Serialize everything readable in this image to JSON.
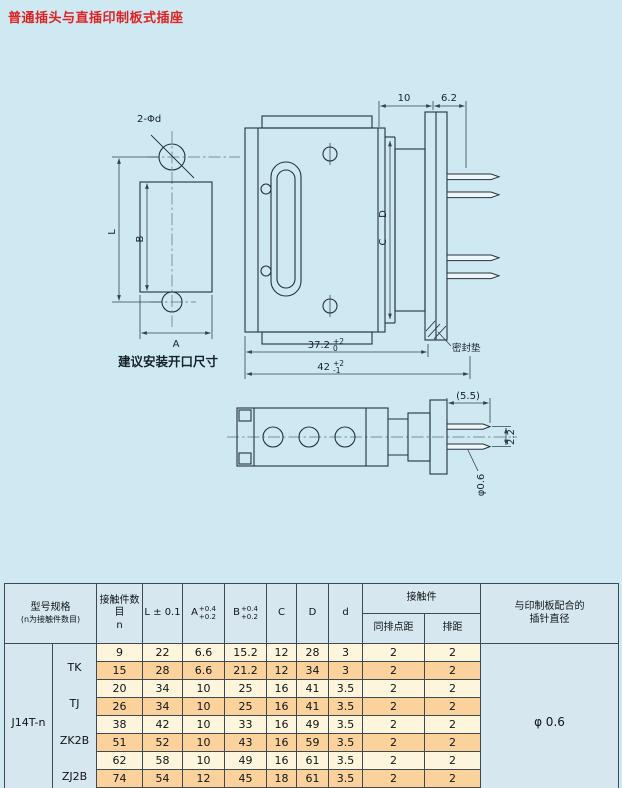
{
  "page": {
    "title": "普通插头与直插印制板式插座"
  },
  "colors": {
    "background": "#cfe9f3",
    "title_red": "#df2222",
    "row_cream": "#fdf6dc",
    "row_orange": "#fbd29b",
    "header_panel": "#d7e7ef",
    "line": "#24323c"
  },
  "drawing": {
    "left": {
      "hole_callout": "2-Φd",
      "dim_l": "L",
      "dim_b": "B",
      "dim_a": "A",
      "caption": "建议安装开口尺寸"
    },
    "side": {
      "dim_10": "10",
      "dim_6_2": "6.2",
      "dim_d": "D",
      "dim_c": "C",
      "dim_372": "37.2",
      "dim_372_tol_up": "+2",
      "dim_372_tol_dn": "0",
      "dim_42": "42",
      "dim_42_tol_up": "+2",
      "dim_42_tol_dn": "-1",
      "gasket": "密封垫"
    },
    "top": {
      "dim_55": "(5.5)",
      "dim_22": "2.2",
      "dim_phi": "φ0.6"
    }
  },
  "table": {
    "header": {
      "model_spec": "型号规格",
      "model_spec_note": "(n为接触件数目)",
      "contact_count_line1": "接触件数目",
      "contact_count_line2": "n",
      "l": "L ± 0.1",
      "a": "A",
      "a_tol_up": "+0.4",
      "a_tol_dn": "+0.2",
      "b": "B",
      "b_tol_up": "+0.4",
      "b_tol_dn": "+0.2",
      "c": "C",
      "d_upper": "D",
      "d_lower": "d",
      "contacts_group": "接触件",
      "same_row_pitch": "同排点距",
      "row_pitch": "排距",
      "pcb_line1": "与印制板配合的",
      "pcb_line2": "插针直径"
    },
    "model": "J14T-n",
    "variants": [
      "TK",
      "TJ",
      "ZK2B",
      "ZJ2B"
    ],
    "pin_diameter": "φ 0.6",
    "rows": [
      [
        "9",
        "22",
        "6.6",
        "15.2",
        "12",
        "28",
        "3",
        "2",
        "2"
      ],
      [
        "15",
        "28",
        "6.6",
        "21.2",
        "12",
        "34",
        "3",
        "2",
        "2"
      ],
      [
        "20",
        "34",
        "10",
        "25",
        "16",
        "41",
        "3.5",
        "2",
        "2"
      ],
      [
        "26",
        "34",
        "10",
        "25",
        "16",
        "41",
        "3.5",
        "2",
        "2"
      ],
      [
        "38",
        "42",
        "10",
        "33",
        "16",
        "49",
        "3.5",
        "2",
        "2"
      ],
      [
        "51",
        "52",
        "10",
        "43",
        "16",
        "59",
        "3.5",
        "2",
        "2"
      ],
      [
        "62",
        "58",
        "10",
        "49",
        "16",
        "61",
        "3.5",
        "2",
        "2"
      ],
      [
        "74",
        "54",
        "12",
        "45",
        "18",
        "61",
        "3.5",
        "2",
        "2"
      ]
    ]
  }
}
